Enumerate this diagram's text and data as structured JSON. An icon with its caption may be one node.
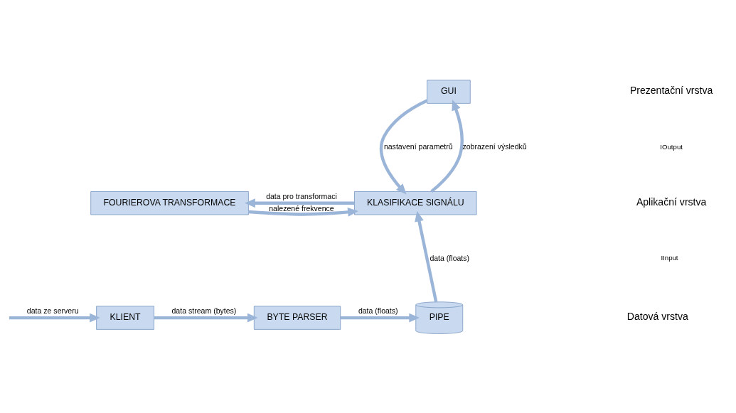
{
  "diagram": {
    "nodes": [
      {
        "text": [
          "GUI"
        ]
      },
      {
        "text": [
          "FOURIEROVA TRANSFORMACE"
        ]
      },
      {
        "text": [
          "KLASIFIKACE SIGNÁLU"
        ]
      },
      {
        "text": [
          "KLIENT"
        ]
      },
      {
        "text": [
          "BYTE PARSER"
        ]
      },
      {
        "text": [
          "PIPE"
        ]
      }
    ],
    "edges": [
      {
        "from": 0,
        "to": 2,
        "arrow": "to",
        "label": "nastavení parametrů"
      },
      {
        "from": 2,
        "to": 0,
        "arrow": "to",
        "label": "zobrazení výsledků"
      },
      {
        "from": 2,
        "to": 1,
        "arrow": "to",
        "label": "data pro transformaci"
      },
      {
        "from": 1,
        "to": 2,
        "arrow": "to",
        "label": "nalezené frekvence"
      },
      {
        "from": null,
        "to": 3,
        "arrow": "to",
        "label": "data ze serveru"
      },
      {
        "from": 3,
        "to": 4,
        "arrow": "to",
        "label": "data stream (bytes)"
      },
      {
        "from": 4,
        "to": 5,
        "arrow": "to",
        "label": "data (floats)"
      },
      {
        "from": 5,
        "to": 2,
        "arrow": "to",
        "label": "data (floats)"
      }
    ],
    "labels": [
      "Prezentační vrstva",
      "IOutput",
      "Aplikační vrstva",
      "IInput",
      "Datová vrstva"
    ]
  }
}
